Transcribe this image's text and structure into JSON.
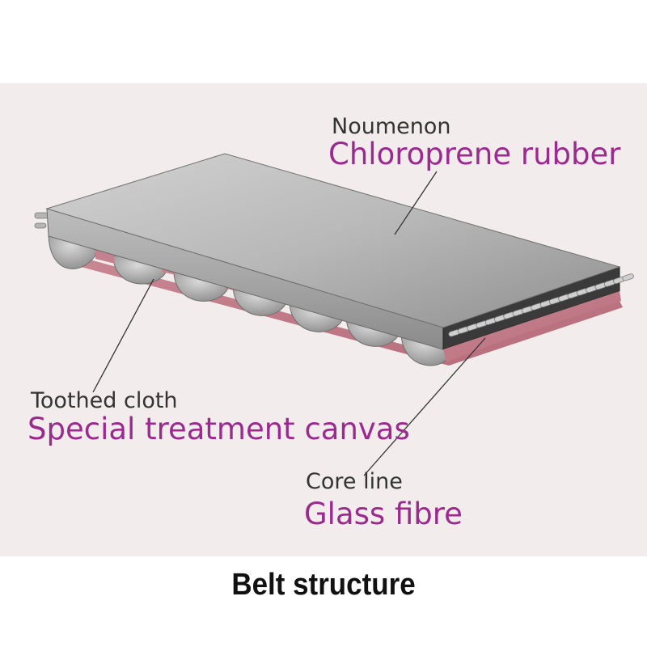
{
  "labels": {
    "noumenon": {
      "title": "Noumenon",
      "material": "Chloroprene rubber"
    },
    "toothed_cloth": {
      "title": "Toothed cloth",
      "material": "Special treatment canvas"
    },
    "core_line": {
      "title": "Core line",
      "material": "Glass fibre"
    }
  },
  "caption": "Belt structure",
  "colors": {
    "panel_background": "#f2ecec",
    "label_accent": "#9c2a8e",
    "belt_body": "#a9a9a9",
    "canvas_layer": "#c98b95"
  }
}
